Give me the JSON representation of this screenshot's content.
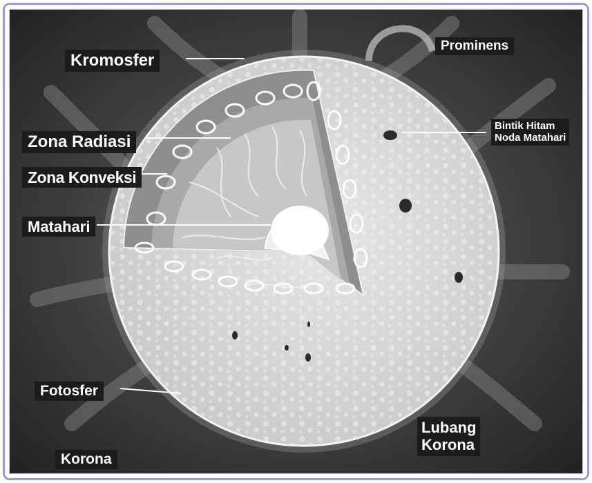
{
  "labels": {
    "kromosfer": "Kromosfer",
    "prominens": "Prominens",
    "zona_radiasi": "Zona Radiasi",
    "zona_konveksi": "Zona Konveksi",
    "matahari": "Matahari",
    "bintik_line1": "Bintik Hitam",
    "bintik_line2": "Noda Matahari",
    "fotosfer": "Fotosfer",
    "lubang_line1": "Lubang",
    "lubang_line2": "Korona",
    "korona": "Korona"
  },
  "colors": {
    "frame_border": "#9b98d2",
    "label_background": "#1c1c1c",
    "label_text": "#ffffff",
    "sun_surface": "#d9d9d9",
    "chromosphere_ring": "#8c8c8c",
    "core": "#ffffff"
  }
}
